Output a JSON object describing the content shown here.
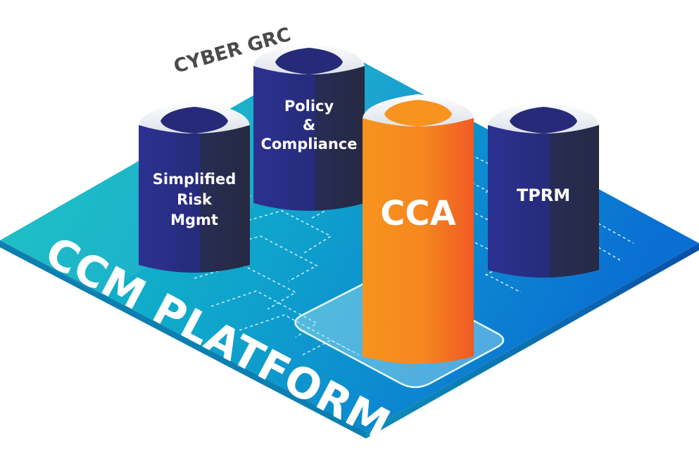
{
  "title": "CYBER GRC",
  "platform": {
    "label": "CCM PLATFORM",
    "color_start": "#13C4C0",
    "color_end": "#0A74D1"
  },
  "towers": [
    {
      "id": "simplified-risk-mgmt",
      "lines": [
        "Simplified",
        "Risk",
        "Mgmt"
      ],
      "color": "#262A78"
    },
    {
      "id": "policy-compliance",
      "lines": [
        "Policy",
        "&",
        "Compliance"
      ],
      "color": "#262A78"
    },
    {
      "id": "cca",
      "lines": [
        "CCA"
      ],
      "color": "#F7931E"
    },
    {
      "id": "tprm",
      "lines": [
        "TPRM"
      ],
      "color": "#262A78"
    }
  ],
  "colors": {
    "navy_light": "#2A2E82",
    "navy_dark": "#262B47",
    "orange_light": "#F7931E",
    "orange_dark": "#F15A24",
    "cap": "#F2F4F7",
    "title_text": "#4A4A4A"
  }
}
